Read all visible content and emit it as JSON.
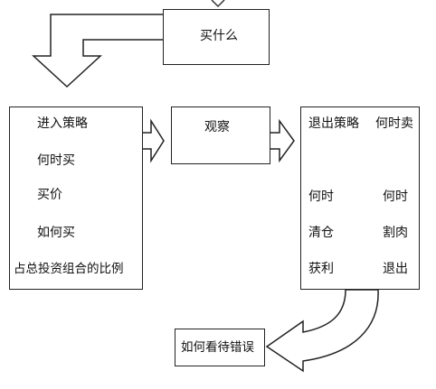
{
  "title": {
    "text": "买什么"
  },
  "entry": {
    "lines": [
      "进入策略",
      "何时买",
      "买价",
      "如何买",
      "占总投资组合的比例"
    ]
  },
  "observe": {
    "text": "观察"
  },
  "exit": {
    "heading_left": "退出策略",
    "heading_right": "何时卖",
    "left_col": [
      "何时",
      "清仓",
      "获利"
    ],
    "right_col": [
      "何时",
      "割肉",
      "退出"
    ]
  },
  "mistake": {
    "text": "如何看待错误"
  }
}
